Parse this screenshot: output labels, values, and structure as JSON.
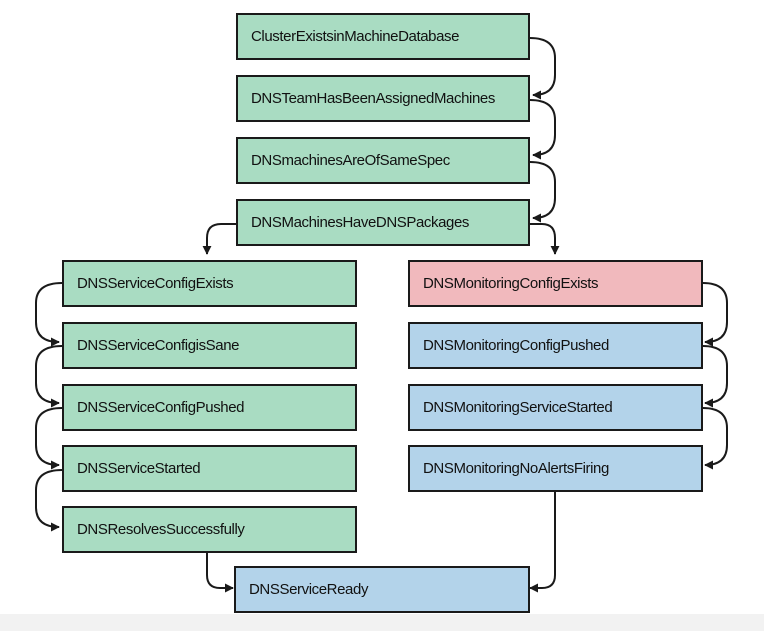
{
  "colors": {
    "green_fill": "#a9dcc2",
    "blue_fill": "#b3d3ea",
    "pink_fill": "#f1b9bd",
    "stroke": "#1a1a1a"
  },
  "top_chain": [
    "ClusterExistsinMachineDatabase",
    "DNSTeamHasBeenAssignedMachines",
    "DNSmachinesAreOfSameSpec",
    "DNSMachinesHaveDNSPackages"
  ],
  "left_chain": [
    "DNSServiceConfigExists",
    "DNSServiceConfigisSane",
    "DNSServiceConfigPushed",
    "DNSServiceStarted",
    "DNSResolvesSuccessfully"
  ],
  "right_chain": [
    "DNSMonitoringConfigExists",
    "DNSMonitoringConfigPushed",
    "DNSMonitoringServiceStarted",
    "DNSMonitoringNoAlertsFiring"
  ],
  "final": "DNSServiceReady"
}
